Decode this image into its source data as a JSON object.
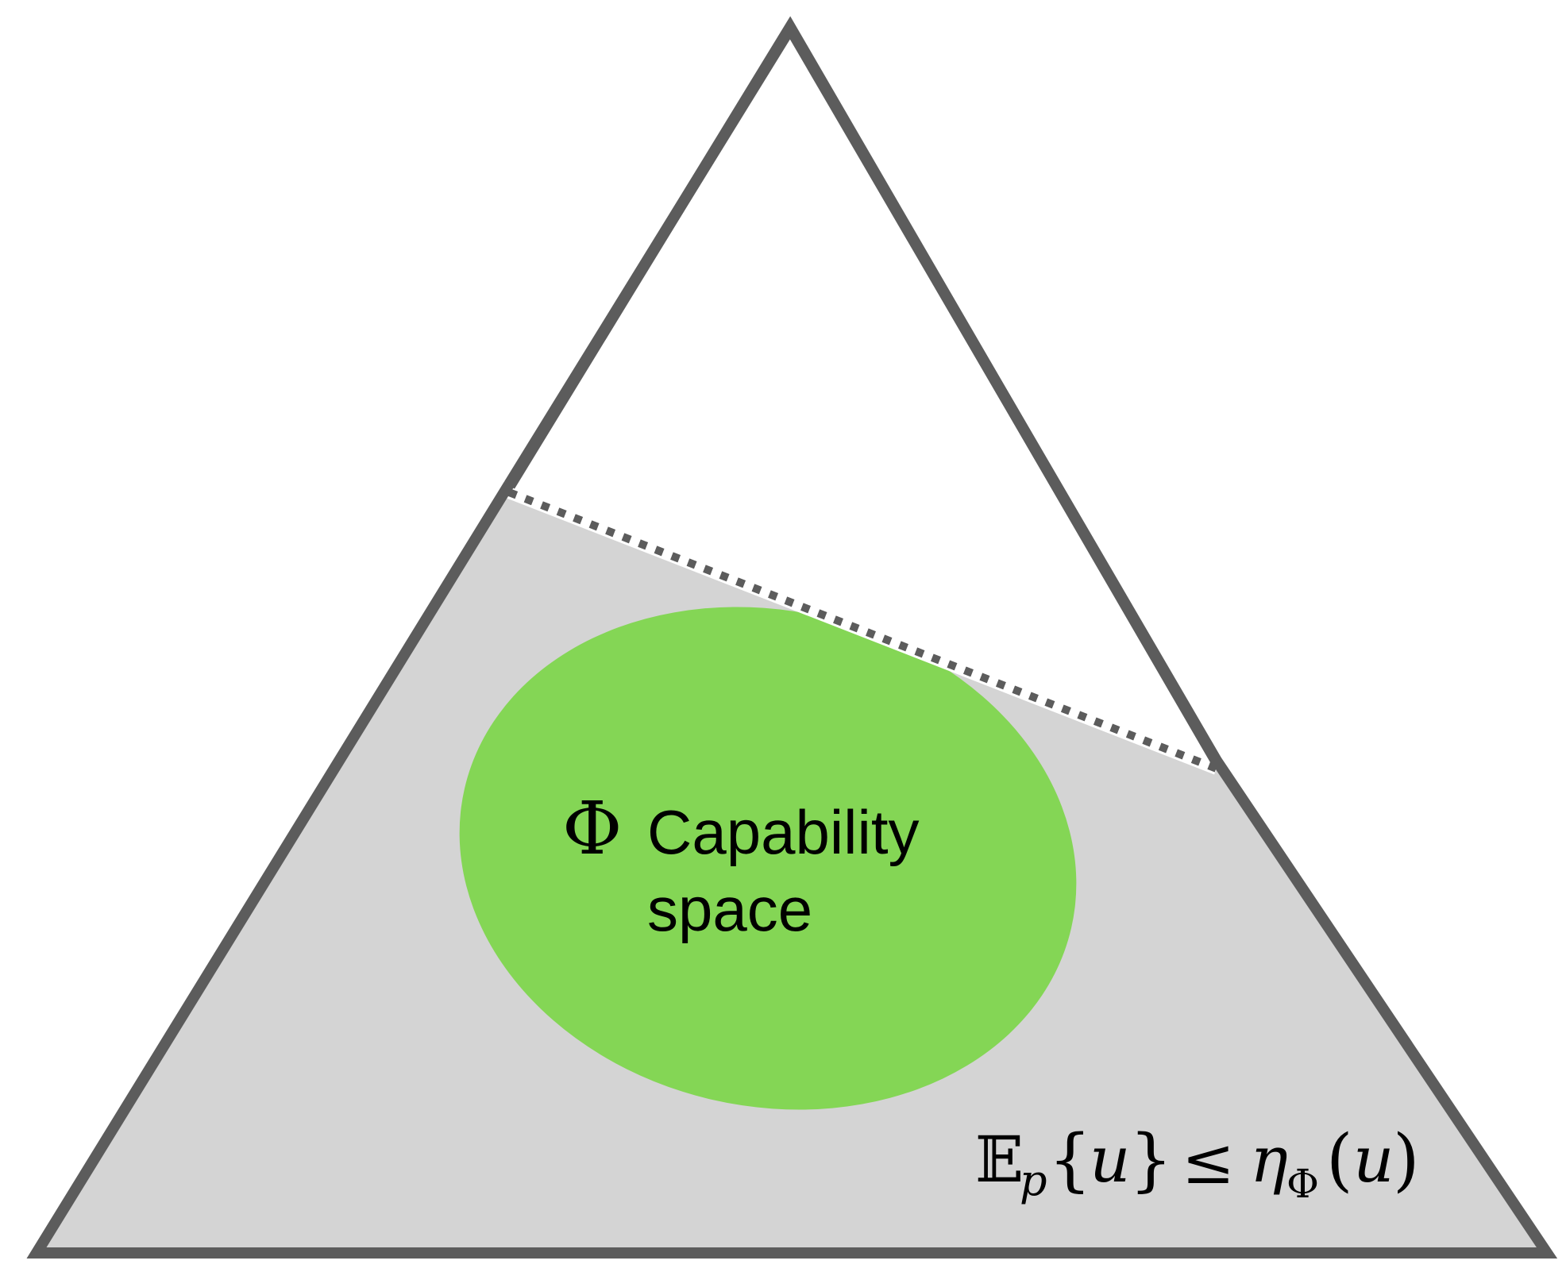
{
  "diagram": {
    "phi_symbol": "Φ",
    "capability_label_line1": "Capability",
    "capability_label_line2": "space",
    "constraint": {
      "expectation_symbol": "𝔼",
      "expectation_subscript": "p",
      "open_brace": "{",
      "variable": "u",
      "close_brace": "}",
      "relation": "≤",
      "eta_symbol": "η",
      "eta_subscript": "Φ",
      "open_paren": "(",
      "eta_variable": "u",
      "close_paren": ")"
    }
  },
  "colors": {
    "triangle_outline": "#5c5c5c",
    "feasible_region_fill": "#d4d4d4",
    "capability_fill": "#84d655",
    "background": "#ffffff",
    "dashed_boundary": "#5c5c5c"
  }
}
